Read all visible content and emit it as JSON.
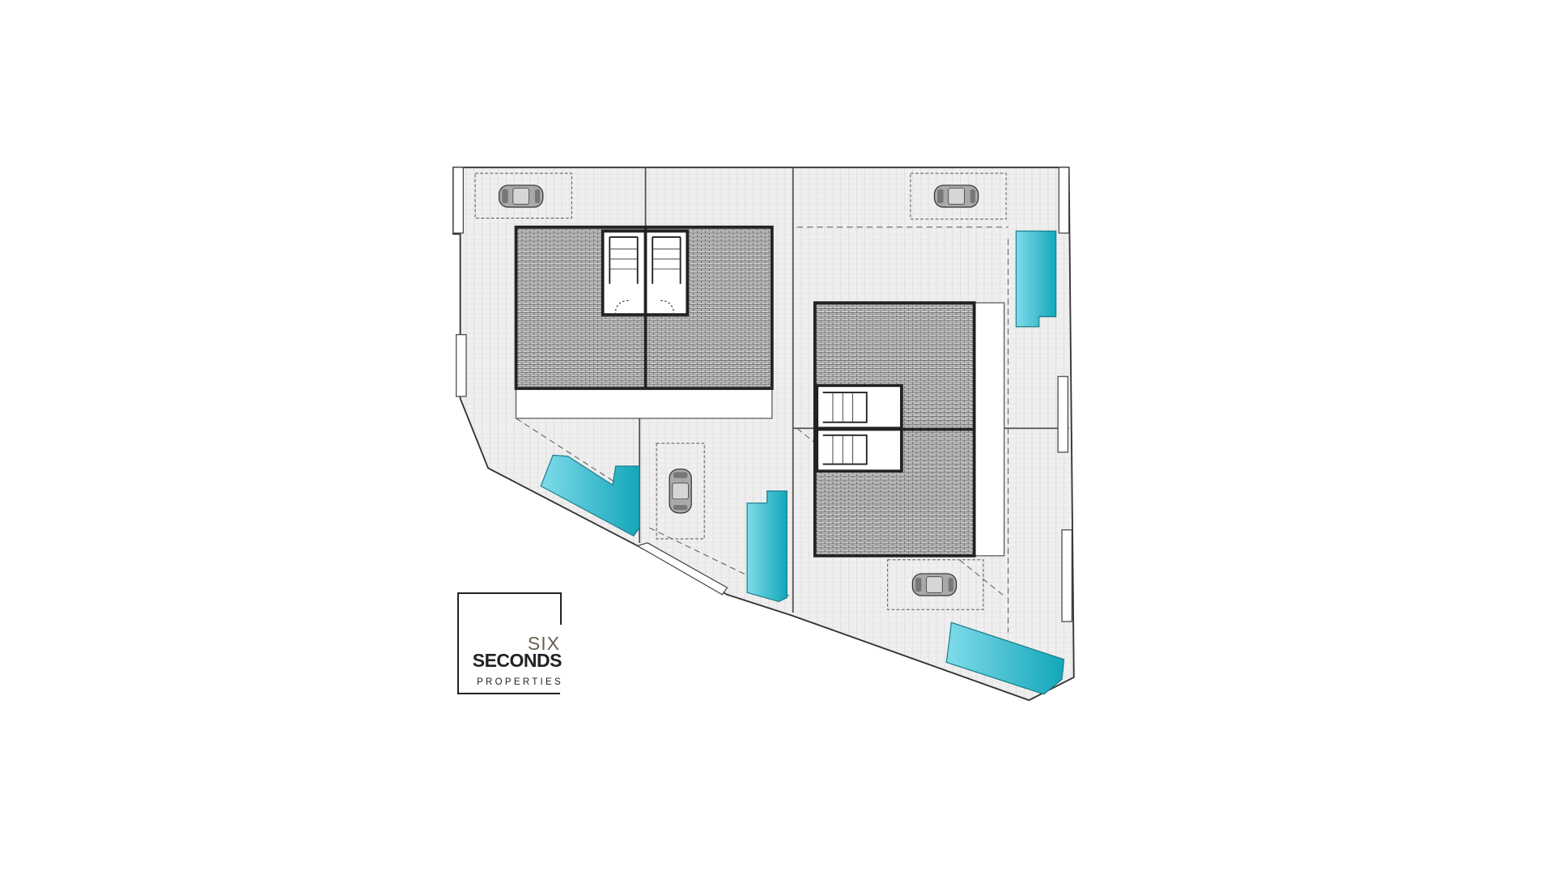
{
  "logo": {
    "line1": "SIX",
    "line2": "SECONDS",
    "line3": "PROPERTIES"
  },
  "colors": {
    "pool": "#3cc3d6",
    "paving": "#ececec",
    "roof": "#9a9a9a",
    "walls": "#222222",
    "background": "#ffffff"
  },
  "plan": {
    "parcels": 4,
    "pools": 4,
    "cars": 4,
    "icons": [
      "car-icon",
      "pool-icon",
      "staircase-icon"
    ]
  }
}
